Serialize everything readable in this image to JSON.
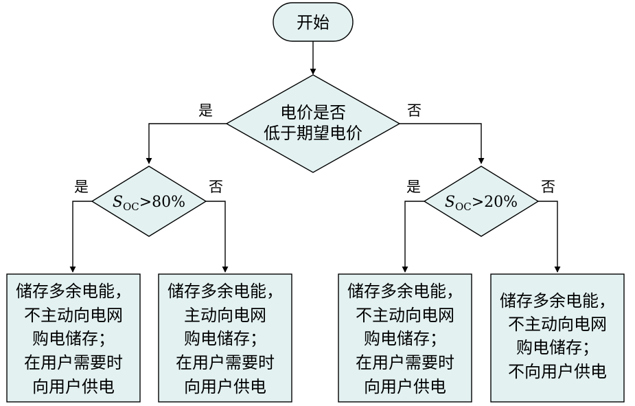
{
  "colors": {
    "node_fill": "#e3f1f1",
    "stroke": "#000000",
    "background": "#ffffff"
  },
  "start": {
    "label": "开始"
  },
  "decision_main": {
    "lines": [
      "电价是否",
      "低于期望电价"
    ]
  },
  "branches": {
    "yes": "是",
    "no": "否"
  },
  "decision_left": {
    "var": "S",
    "sub": "OC",
    "rest": ">80%"
  },
  "decision_right": {
    "var": "S",
    "sub": "OC",
    "rest": ">20%"
  },
  "boxes": [
    {
      "lines": [
        "储存多余电能，",
        "不主动向电网",
        "购电储存；",
        "在用户需要时",
        "向用户供电"
      ]
    },
    {
      "lines": [
        "储存多余电能，",
        "主动向电网",
        "购电储存；",
        "在用户需要时",
        "向用户供电"
      ]
    },
    {
      "lines": [
        "储存多余电能，",
        "不主动向电网",
        "购电储存；",
        "在用户需要时",
        "向用户供电"
      ]
    },
    {
      "lines": [
        "储存多余电能，",
        "不主动向电网",
        "购电储存；",
        "不向用户供电"
      ]
    }
  ]
}
